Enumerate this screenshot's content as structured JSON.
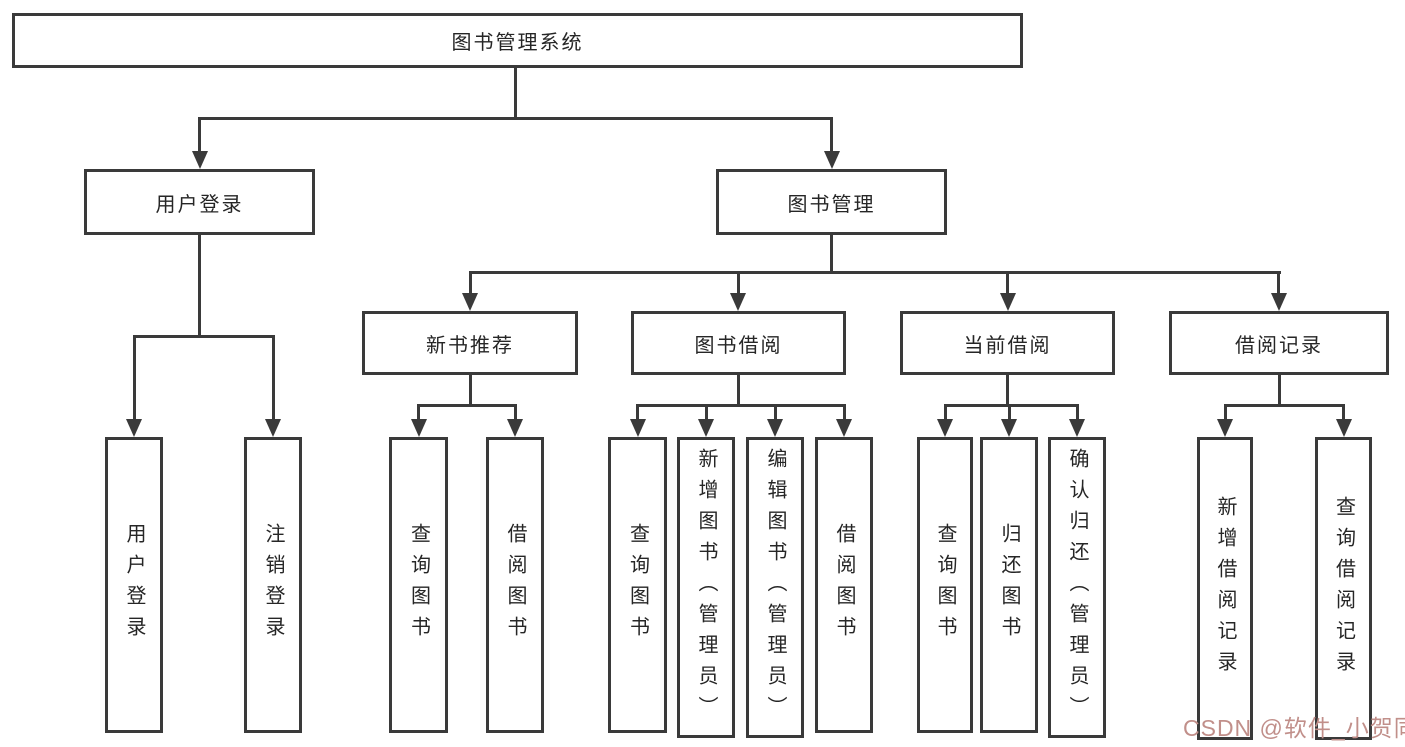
{
  "tree": {
    "label": "图书管理系统",
    "children": [
      {
        "label": "用户登录",
        "children": [
          {
            "label": "用户登录"
          },
          {
            "label": "注销登录"
          }
        ]
      },
      {
        "label": "图书管理",
        "children": [
          {
            "label": "新书推荐",
            "children": [
              {
                "label": "查询图书"
              },
              {
                "label": "借阅图书"
              }
            ]
          },
          {
            "label": "图书借阅",
            "children": [
              {
                "label": "查询图书"
              },
              {
                "label": "新增图书（管理员）"
              },
              {
                "label": "编辑图书（管理员）"
              },
              {
                "label": "借阅图书"
              }
            ]
          },
          {
            "label": "当前借阅",
            "children": [
              {
                "label": "查询图书"
              },
              {
                "label": "归还图书"
              },
              {
                "label": "确认归还（管理员）"
              }
            ]
          },
          {
            "label": "借阅记录",
            "children": [
              {
                "label": "新增借阅记录"
              },
              {
                "label": "查询借阅记录"
              }
            ]
          }
        ]
      }
    ]
  },
  "watermark": {
    "text": "CSDN @软件_小贺同学"
  },
  "colors": {
    "line": "#3a3a3a",
    "text": "#262626",
    "background": "#ffffff",
    "watermark": "#c18f8a"
  }
}
